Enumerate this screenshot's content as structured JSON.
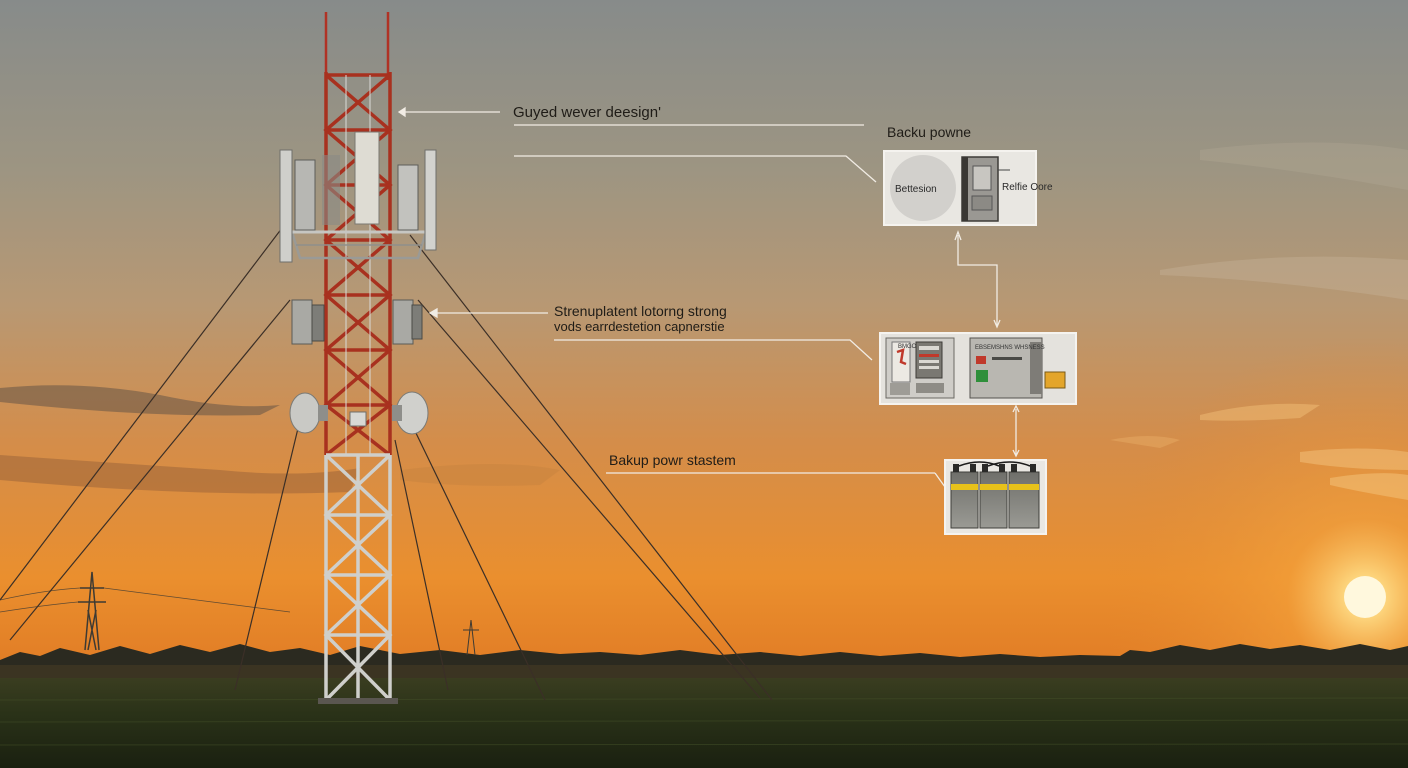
{
  "labels": {
    "guyed": "Guyed wever deesign'",
    "backup_top": "Backu powne",
    "strength_line1": "Strenuplatent lotorng strong",
    "strength_line2": "vods earrdestetion capnerstie",
    "backup_system": "Bakup powr stastem"
  },
  "panels": {
    "top_left": "Bettesion",
    "top_right": "Relfie Oore",
    "mid_left": "BMGO",
    "mid_right": "EBSEMSHNS WHSNESS"
  },
  "colors": {
    "sky_top": "#8a8e8b",
    "sky_mid": "#b49a78",
    "sky_low": "#e58f35",
    "sun": "#fff6d6",
    "tower_red": "#a8311f",
    "tower_white": "#d9d9d6",
    "grass": "#2b3119",
    "panel_bg": "#e8e6e1",
    "battery_yellow": "#e8c21a"
  },
  "icons": [
    "sun-icon",
    "battery-icon",
    "cabinet-icon",
    "dish-antenna-icon",
    "panel-antenna-icon"
  ]
}
